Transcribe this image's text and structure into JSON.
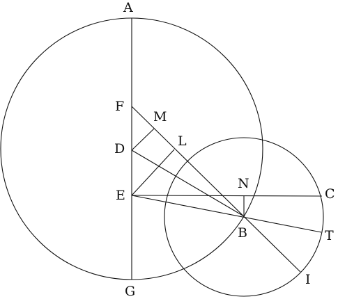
{
  "figure": {
    "points": {
      "A": "A",
      "F": "F",
      "M": "M",
      "D": "D",
      "L": "L",
      "E": "E",
      "N": "N",
      "C": "C",
      "B": "B",
      "T": "T",
      "G": "G",
      "I": "I"
    }
  },
  "colors": {
    "stroke": "#111111",
    "background": "#ffffff"
  }
}
